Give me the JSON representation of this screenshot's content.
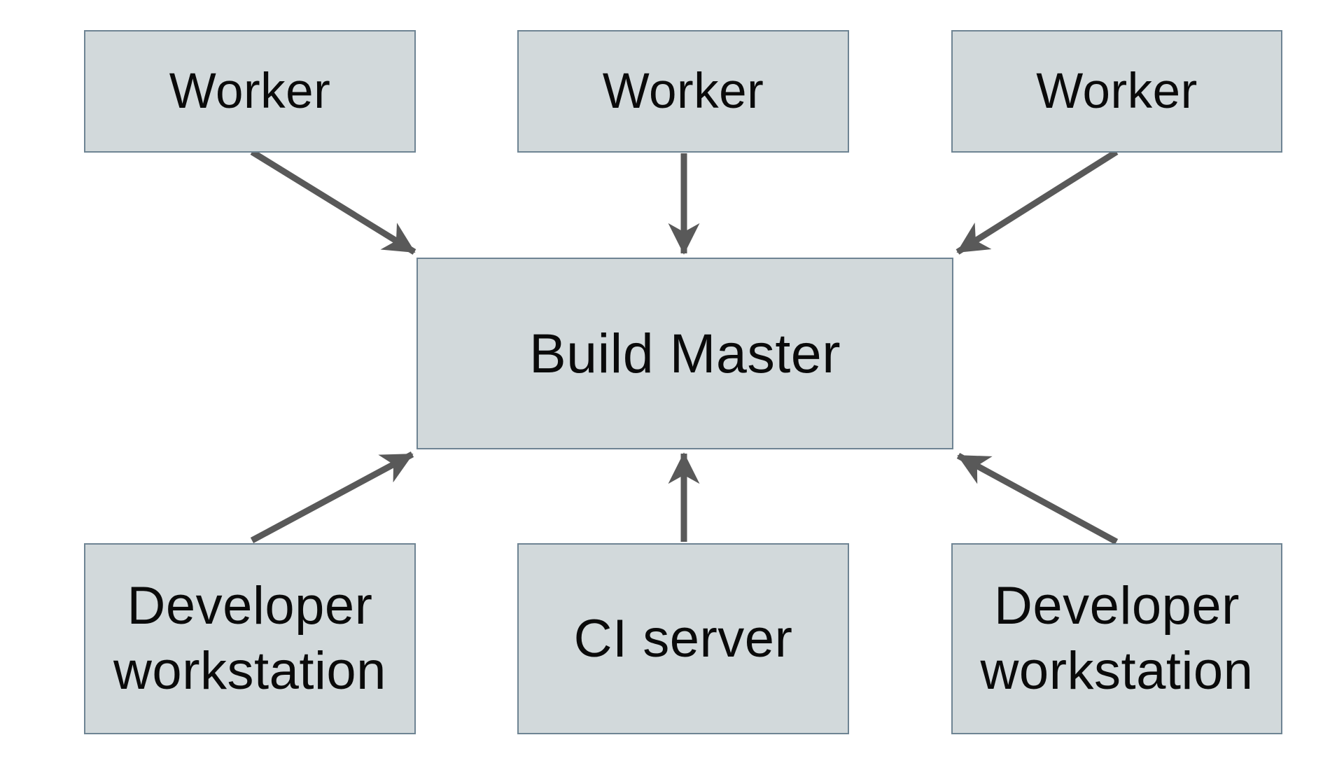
{
  "diagram": {
    "type": "flow-diagram",
    "nodes": {
      "worker_left": {
        "label": "Worker"
      },
      "worker_middle": {
        "label": "Worker"
      },
      "worker_right": {
        "label": "Worker"
      },
      "build_master": {
        "label": "Build Master"
      },
      "developer_workstation_left": {
        "label": "Developer workstation"
      },
      "ci_server": {
        "label": "CI server"
      },
      "developer_workstation_right": {
        "label": "Developer workstation"
      }
    },
    "edges": [
      {
        "from": "worker_left",
        "to": "build_master",
        "arrow": "into-top-left"
      },
      {
        "from": "worker_middle",
        "to": "build_master",
        "arrow": "into-top-center"
      },
      {
        "from": "worker_right",
        "to": "build_master",
        "arrow": "into-top-right"
      },
      {
        "from": "developer_workstation_left",
        "to": "build_master",
        "arrow": "into-bottom-left"
      },
      {
        "from": "ci_server",
        "to": "build_master",
        "arrow": "into-bottom-center"
      },
      {
        "from": "developer_workstation_right",
        "to": "build_master",
        "arrow": "into-bottom-right"
      }
    ],
    "colors": {
      "node_fill": "#d2d9db",
      "node_border": "#6e8493",
      "arrow": "#595959",
      "text": "#0a0a0a",
      "background": "#ffffff"
    }
  }
}
